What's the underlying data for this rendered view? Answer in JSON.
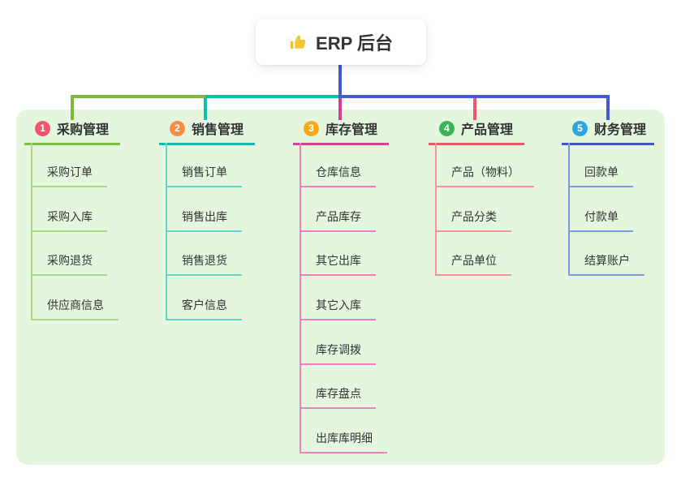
{
  "root": {
    "icon": "thumbs-up",
    "label": "ERP 后台"
  },
  "branches": [
    {
      "number": "1",
      "label": "采购管理",
      "color": "#7EBA42",
      "light_color": "#ABD685",
      "badge_color": "#F4536E",
      "children": [
        "采购订单",
        "采购入库",
        "采购退货",
        "供应商信息"
      ]
    },
    {
      "number": "2",
      "label": "销售管理",
      "color": "#10BCAC",
      "light_color": "#66D6C8",
      "badge_color": "#F98B45",
      "children": [
        "销售订单",
        "销售出库",
        "销售退货",
        "客户信息"
      ]
    },
    {
      "number": "3",
      "label": "库存管理",
      "color": "#D93B95",
      "light_color": "#EE80C0",
      "badge_color": "#F7A81B",
      "children": [
        "仓库信息",
        "产品库存",
        "其它出库",
        "其它入库",
        "库存调拨",
        "库存盘点",
        "出库库明细"
      ]
    },
    {
      "number": "4",
      "label": "产品管理",
      "color": "#F2566B",
      "light_color": "#F7949B",
      "badge_color": "#3DB357",
      "children": [
        "产品（物料）",
        "产品分类",
        "产品单位"
      ]
    },
    {
      "number": "5",
      "label": "财务管理",
      "color": "#4456C7",
      "light_color": "#8098DB",
      "badge_color": "#29A8DE",
      "children": [
        "回款单",
        "付款单",
        "结算账户"
      ]
    }
  ],
  "connector": {
    "trunk_color": "#4659CE"
  },
  "panel_color": "#E5F6DF"
}
